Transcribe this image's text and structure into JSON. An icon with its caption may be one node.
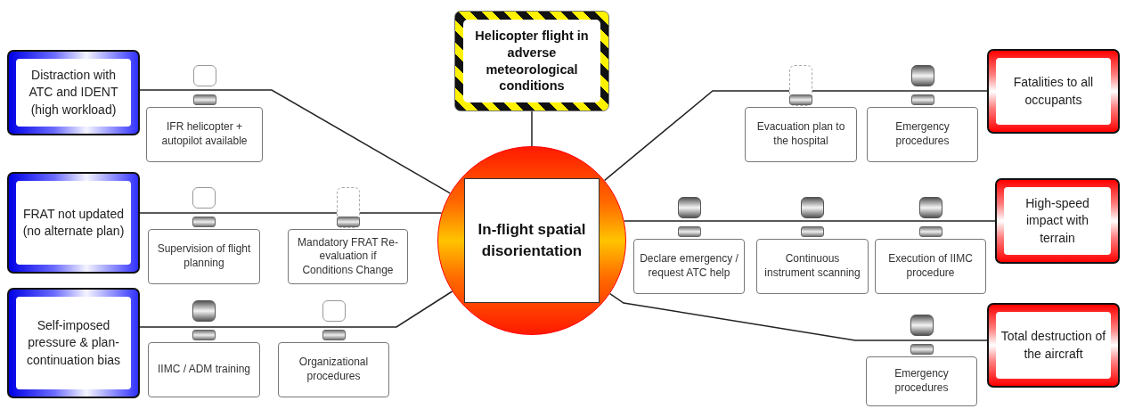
{
  "diagram": {
    "nodes": [
      {
        "text": [
          "Helicopter flight in adverse meteorological conditions"
        ]
      },
      {
        "text": [
          "In-flight spatial disorientation"
        ]
      },
      {
        "text": [
          "Distraction with ATC and IDENT (high workload)"
        ]
      },
      {
        "text": [
          "FRAT not updated (no alternate plan)"
        ]
      },
      {
        "text": [
          "Self-imposed pressure & plan-continuation bias"
        ]
      },
      {
        "text": [
          "Fatalities to all occupants"
        ]
      },
      {
        "text": [
          "High-speed impact with terrain"
        ]
      },
      {
        "text": [
          "Total destruction of the aircraft"
        ]
      },
      {
        "text": [
          "IFR helicopter + autopilot available"
        ]
      },
      {
        "text": [
          "Supervision of flight planning"
        ]
      },
      {
        "text": [
          "Mandatory FRAT Re-evaluation if Conditions Change"
        ]
      },
      {
        "text": [
          "IIMC / ADM training"
        ]
      },
      {
        "text": [
          "Organizational procedures"
        ]
      },
      {
        "text": [
          "Evacuation plan to the hospital"
        ]
      },
      {
        "text": [
          "Emergency procedures"
        ]
      },
      {
        "text": [
          "Declare emergency / request ATC help"
        ]
      },
      {
        "text": [
          "Continuous instrument scanning"
        ]
      },
      {
        "text": [
          "Execution of IIMC procedure"
        ]
      },
      {
        "text": [
          "Emergency procedures"
        ]
      }
    ],
    "edges": [
      {
        "from": 0,
        "to": 1,
        "arrow": "none"
      },
      {
        "from": 2,
        "to": 1,
        "arrow": "none"
      },
      {
        "from": 3,
        "to": 1,
        "arrow": "none"
      },
      {
        "from": 4,
        "to": 1,
        "arrow": "none"
      },
      {
        "from": 1,
        "to": 5,
        "arrow": "none"
      },
      {
        "from": 1,
        "to": 6,
        "arrow": "none"
      },
      {
        "from": 1,
        "to": 7,
        "arrow": "none"
      }
    ]
  }
}
